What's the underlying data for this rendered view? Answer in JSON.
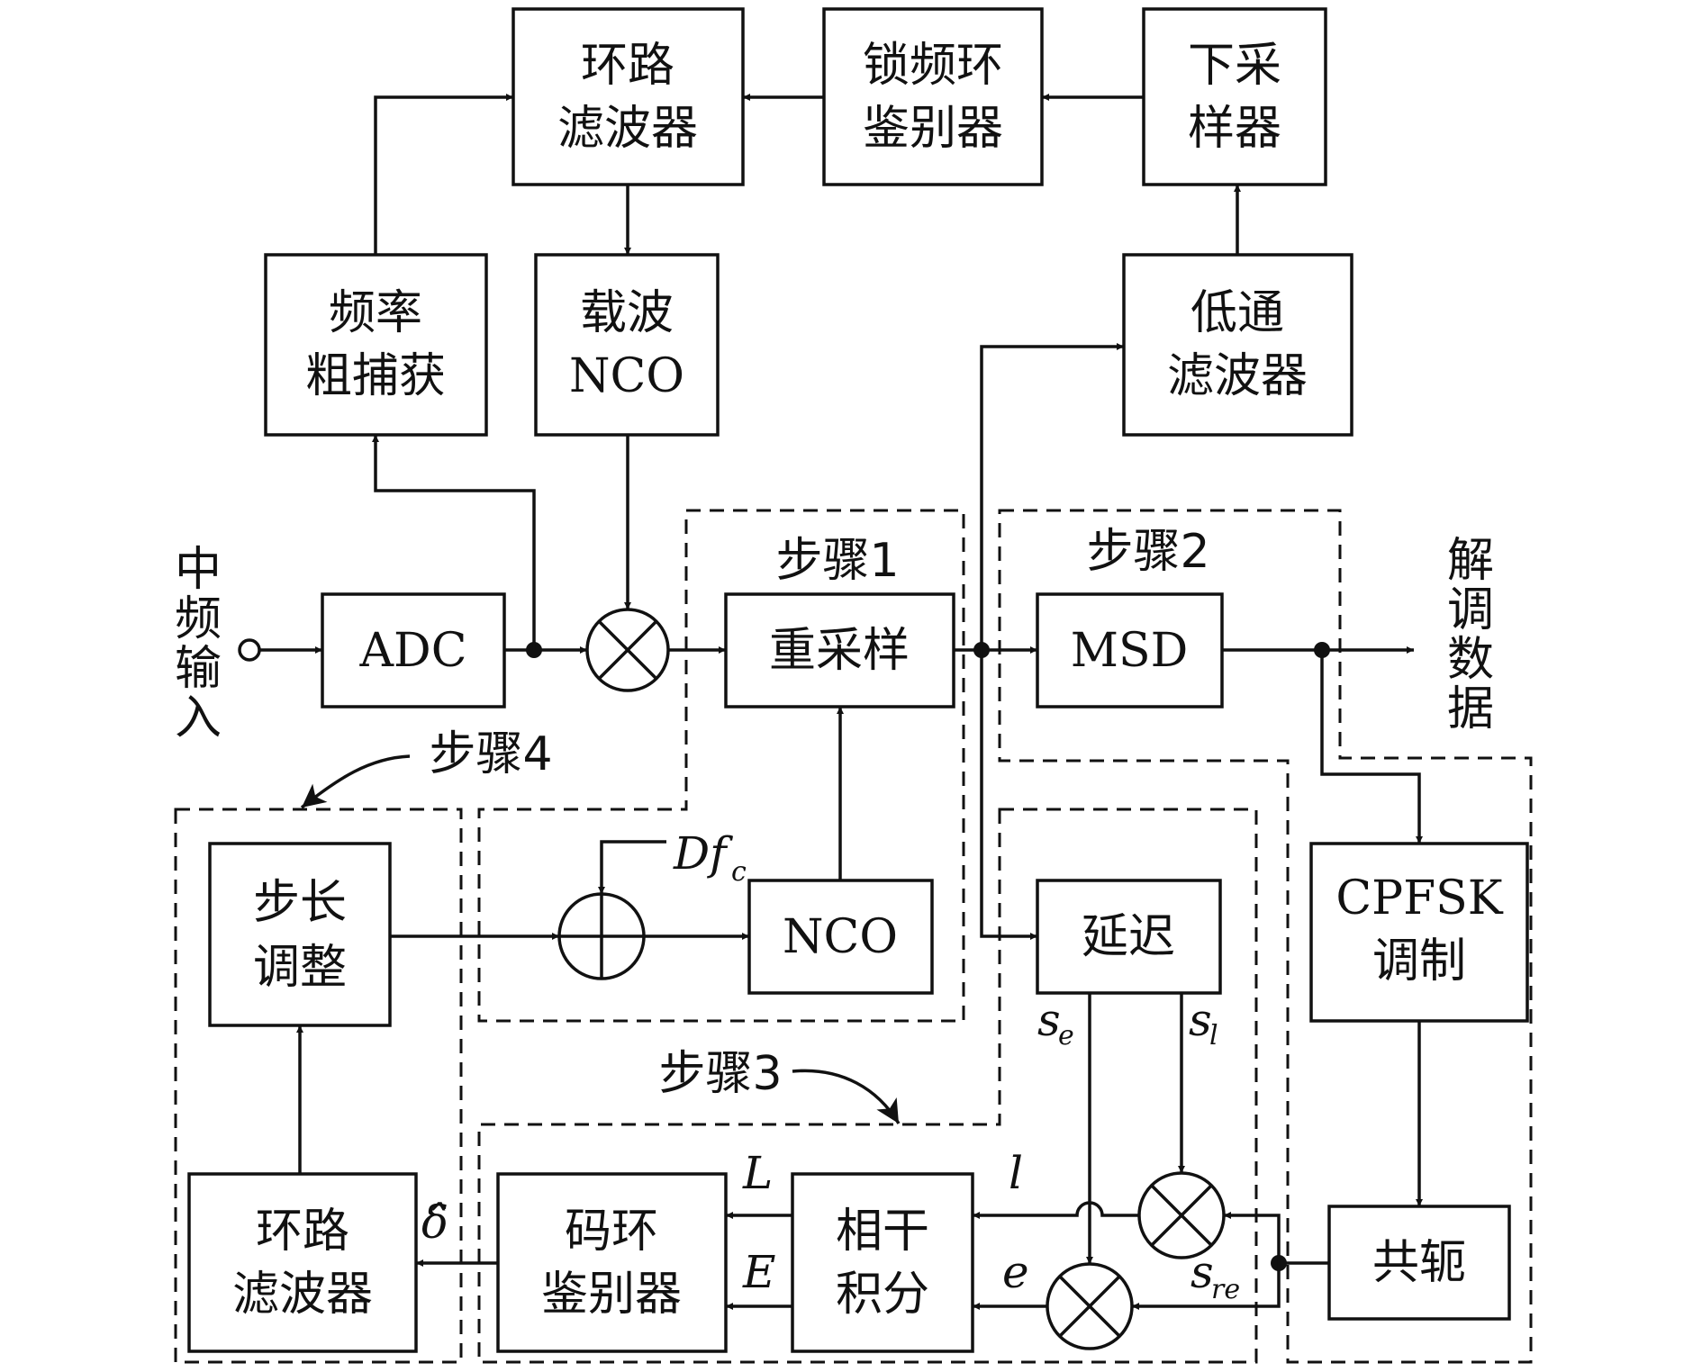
{
  "blocks": {
    "loop_filter_top": [
      "环路",
      "滤波器"
    ],
    "fll_discriminator": [
      "锁频环",
      "鉴别器"
    ],
    "downsampler": [
      "下采",
      "样器"
    ],
    "freq_acq": [
      "频率",
      "粗捕获"
    ],
    "carrier_nco": [
      "载波",
      "NCO"
    ],
    "lowpass": [
      "低通",
      "滤波器"
    ],
    "adc": "ADC",
    "resample": "重采样",
    "msd": "MSD",
    "step_adjust": [
      "步长",
      "调整"
    ],
    "nco": "NCO",
    "delay": "延迟",
    "cpfsk": [
      "CPFSK",
      "调制"
    ],
    "loop_filter_bottom": [
      "环路",
      "滤波器"
    ],
    "code_discriminator": [
      "码环",
      "鉴别器"
    ],
    "coherent_integration": [
      "相干",
      "积分"
    ],
    "conjugate": "共轭"
  },
  "labels": {
    "if_input": [
      "中",
      "频",
      "输",
      "入"
    ],
    "demod_output": [
      "解",
      "调",
      "数",
      "据"
    ],
    "step1": "步骤1",
    "step2": "步骤2",
    "step3": "步骤3",
    "step4": "步骤4"
  },
  "signals": {
    "dfc_main": "Df",
    "dfc_sub": "c",
    "se_main": "s",
    "se_sub": "e",
    "sl_main": "s",
    "sl_sub": "l",
    "sre_main": "s",
    "sre_sub": "re",
    "l_lower": "l",
    "e_lower": "e",
    "L_upper": "L",
    "E_upper": "E",
    "delta_hat": "δ̂"
  }
}
